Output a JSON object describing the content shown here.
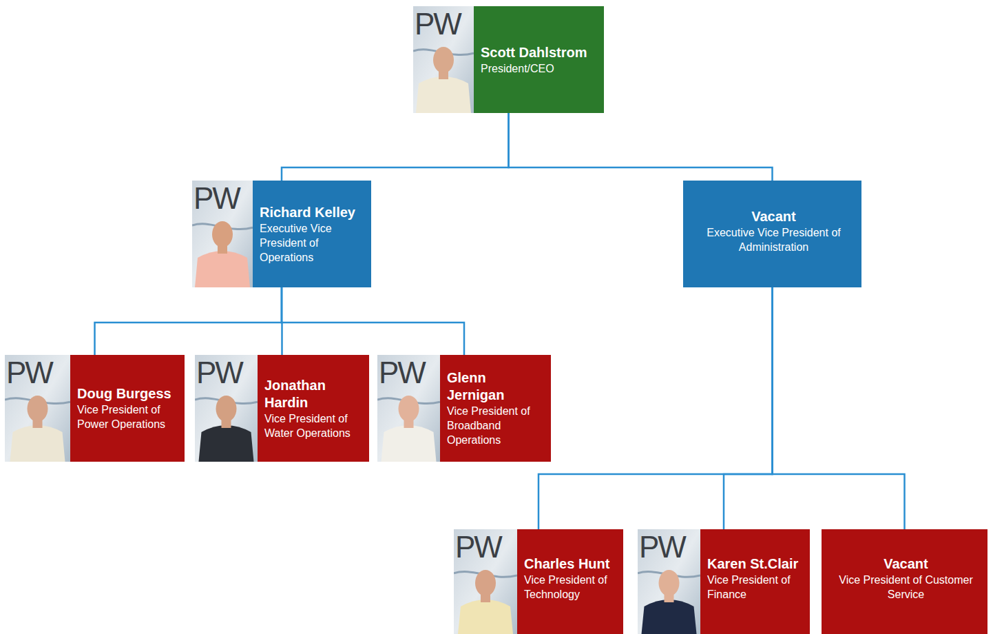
{
  "diagram": {
    "nodes": [
      {
        "text": [
          "Scott Dahlstrom",
          "President/CEO"
        ]
      },
      {
        "text": [
          "Richard Kelley",
          "Executive Vice President of Operations"
        ]
      },
      {
        "text": [
          "Vacant",
          "Executive Vice President of Administration"
        ]
      },
      {
        "text": [
          "Doug Burgess",
          "Vice President of Power Operations"
        ]
      },
      {
        "text": [
          "Jonathan Hardin",
          "Vice President of Water Operations"
        ]
      },
      {
        "text": [
          "Glenn Jernigan",
          "Vice President of Broadband Operations"
        ]
      },
      {
        "text": [
          "Charles Hunt",
          "Vice President of Technology"
        ]
      },
      {
        "text": [
          "Karen St.Clair",
          "Vice President of Finance"
        ]
      },
      {
        "text": [
          "Vacant",
          "Vice President of Customer Service"
        ]
      }
    ],
    "edges": [
      {
        "from": 0,
        "to": 1,
        "arrow": "none"
      },
      {
        "from": 0,
        "to": 2,
        "arrow": "none"
      },
      {
        "from": 1,
        "to": 3,
        "arrow": "none"
      },
      {
        "from": 1,
        "to": 4,
        "arrow": "none"
      },
      {
        "from": 1,
        "to": 5,
        "arrow": "none"
      },
      {
        "from": 2,
        "to": 6,
        "arrow": "none"
      },
      {
        "from": 2,
        "to": 7,
        "arrow": "none"
      },
      {
        "from": 2,
        "to": 8,
        "arrow": "none"
      }
    ],
    "labels": [
      "PW",
      "PW",
      "PW",
      "PW",
      "PW",
      "PW",
      "PW"
    ]
  }
}
